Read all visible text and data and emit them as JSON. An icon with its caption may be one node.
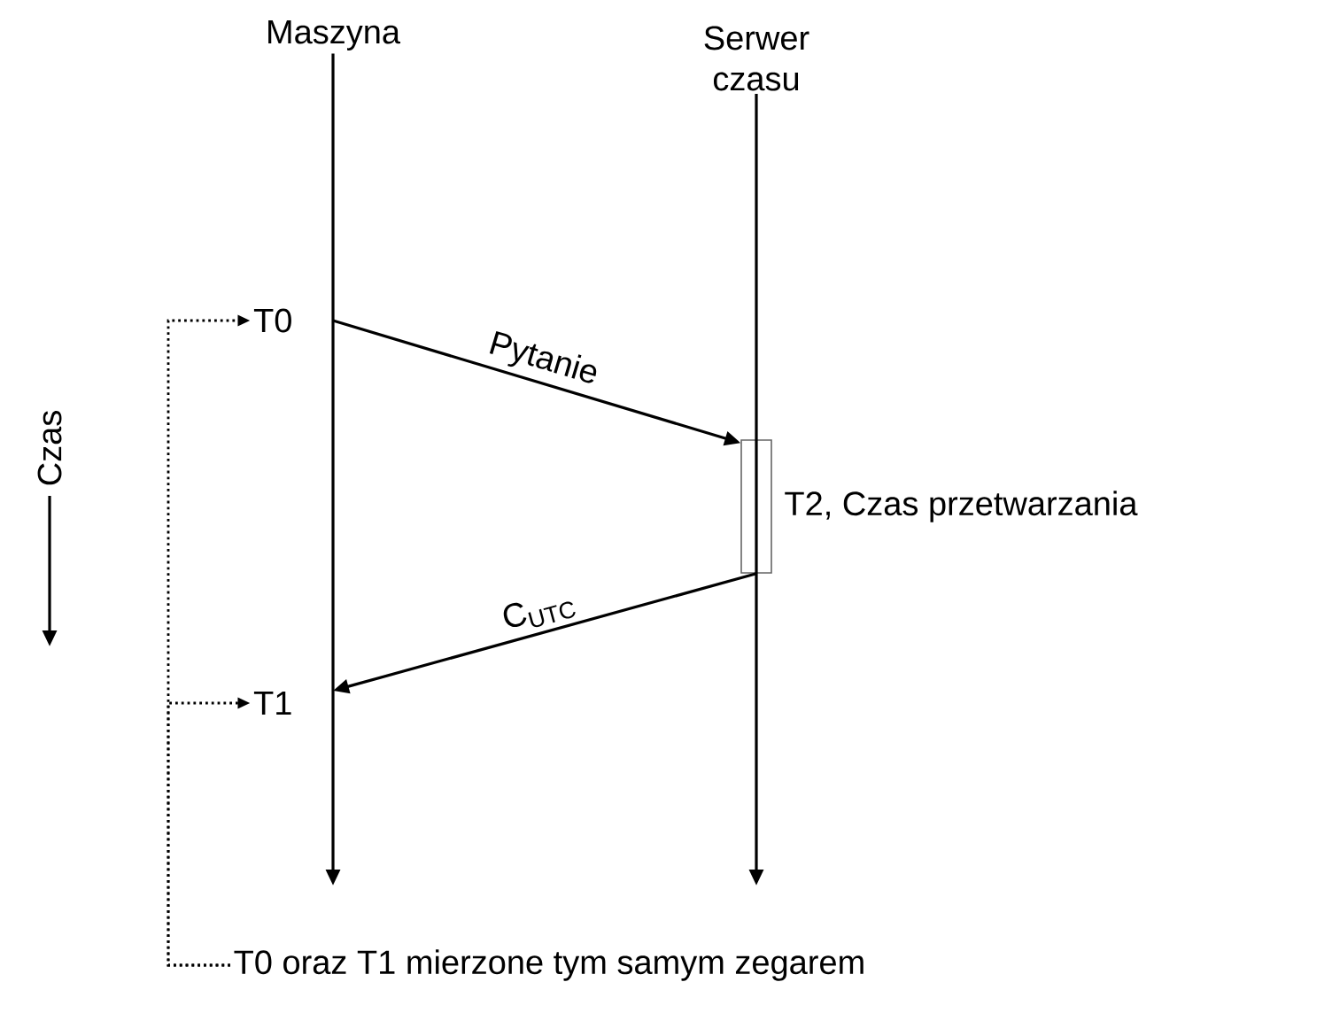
{
  "diagram": {
    "nodes": [
      {
        "text": [
          "Maszyna"
        ]
      },
      {
        "text": [
          "Serwer czasu"
        ]
      },
      {
        "text": [
          "T0"
        ]
      },
      {
        "text": [
          "T1"
        ]
      },
      {
        "text": [],
        "shape": "box",
        "beside": [
          "T2, Czas przetwarzania"
        ]
      },
      {
        "text": [
          "T0 oraz T1 mierzone tym samym zegarem"
        ]
      }
    ],
    "edges": [
      {
        "from": 0,
        "to": null,
        "arrow": "to"
      },
      {
        "from": 1,
        "to": null,
        "arrow": "to"
      },
      {
        "from": 2,
        "to": 4,
        "arrow": "to",
        "label": "Pytanie"
      },
      {
        "from": 4,
        "to": 3,
        "arrow": "to",
        "label": "C$_{UTC}$"
      },
      {
        "from": 5,
        "to": 2,
        "arrow": "to",
        "style": "dashed"
      },
      {
        "from": 5,
        "to": 3,
        "arrow": "to",
        "style": "dashed"
      }
    ],
    "labels": [
      "Czas"
    ]
  }
}
